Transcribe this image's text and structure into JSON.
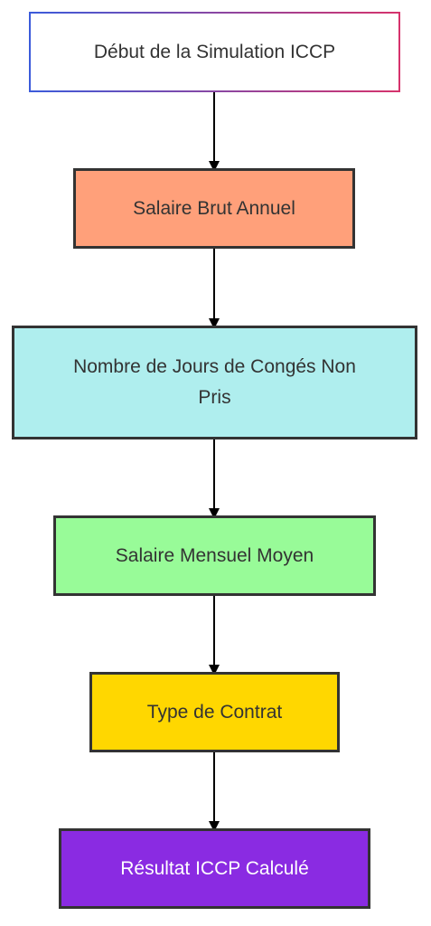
{
  "diagram": {
    "type": "flowchart",
    "direction": "top-to-bottom",
    "nodes": [
      {
        "id": "start",
        "label": "Début de la Simulation ICCP",
        "fill": "#ffffff",
        "border": "gradient #3b5bdb→#d6336c",
        "text_color": "#333333"
      },
      {
        "id": "salary",
        "label": "Salaire Brut Annuel",
        "fill": "#ffa07a",
        "border": "#333333",
        "text_color": "#333333"
      },
      {
        "id": "days",
        "label": "Nombre de Jours de Congés Non Pris",
        "fill": "#afeeee",
        "border": "#333333",
        "text_color": "#333333"
      },
      {
        "id": "monthly",
        "label": "Salaire Mensuel Moyen",
        "fill": "#98fb98",
        "border": "#333333",
        "text_color": "#333333"
      },
      {
        "id": "contract",
        "label": "Type de Contrat",
        "fill": "#ffd700",
        "border": "#333333",
        "text_color": "#333333"
      },
      {
        "id": "result",
        "label": "Résultat ICCP Calculé",
        "fill": "#8a2be2",
        "border": "#333333",
        "text_color": "#ffffff"
      }
    ],
    "edges": [
      {
        "from": "start",
        "to": "salary"
      },
      {
        "from": "salary",
        "to": "days"
      },
      {
        "from": "days",
        "to": "monthly"
      },
      {
        "from": "monthly",
        "to": "contract"
      },
      {
        "from": "contract",
        "to": "result"
      }
    ],
    "edge_color": "#000000"
  }
}
